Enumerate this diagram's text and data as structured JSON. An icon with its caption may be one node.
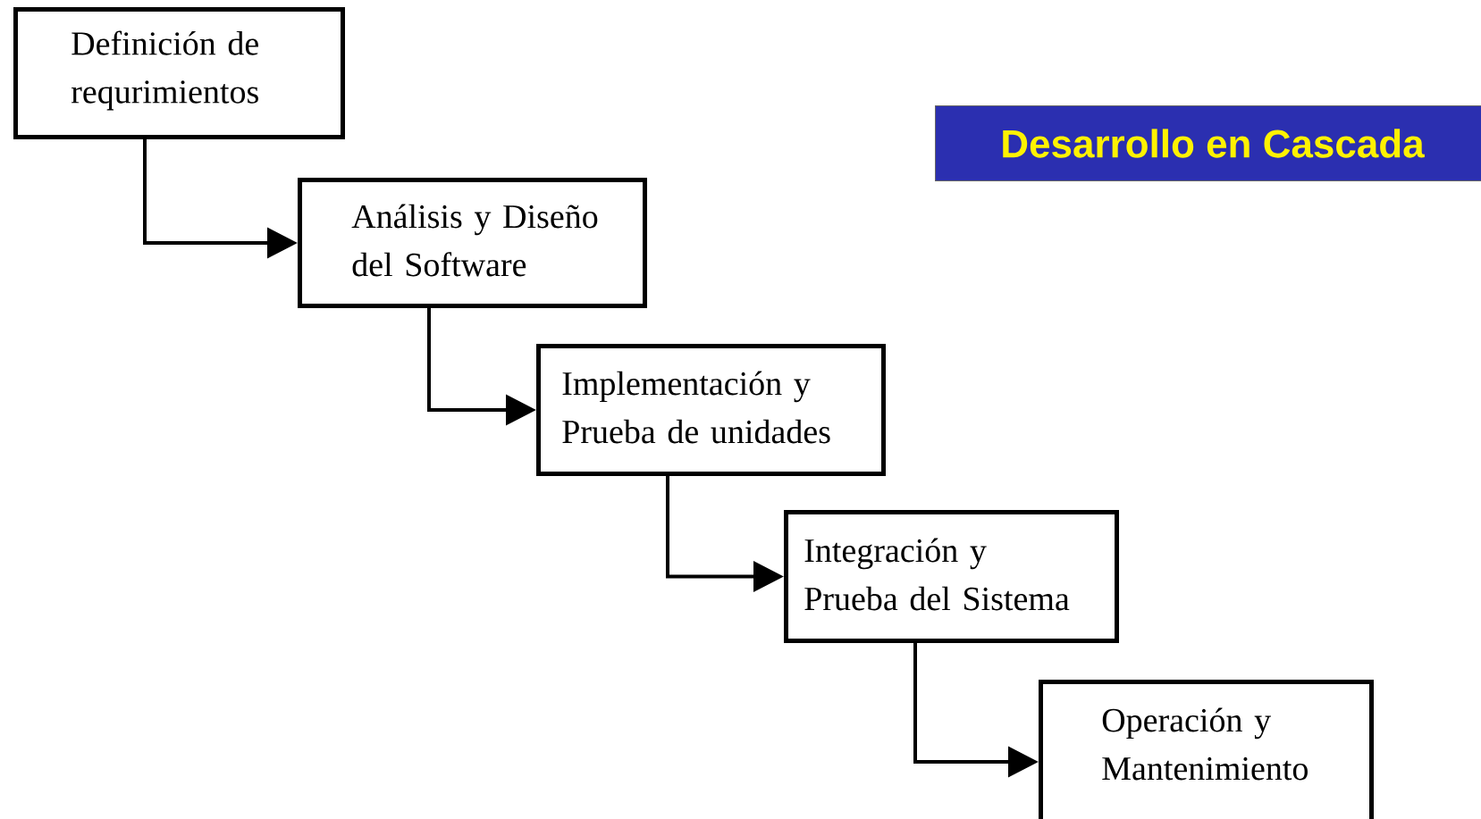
{
  "diagram": {
    "title": "Desarrollo en Cascada",
    "nodes": [
      {
        "text": [
          "Definición de requrimientos"
        ]
      },
      {
        "text": [
          "Análisis y Diseño del Software"
        ]
      },
      {
        "text": [
          "Implementación y Prueba de unidades"
        ]
      },
      {
        "text": [
          "Integración y Prueba del Sistema"
        ]
      },
      {
        "text": [
          "Operación y Mantenimiento"
        ]
      }
    ],
    "edges": [
      {
        "from": 0,
        "to": 1,
        "arrow": "to"
      },
      {
        "from": 1,
        "to": 2,
        "arrow": "to"
      },
      {
        "from": 2,
        "to": 3,
        "arrow": "to"
      },
      {
        "from": 3,
        "to": 4,
        "arrow": "to"
      }
    ]
  }
}
